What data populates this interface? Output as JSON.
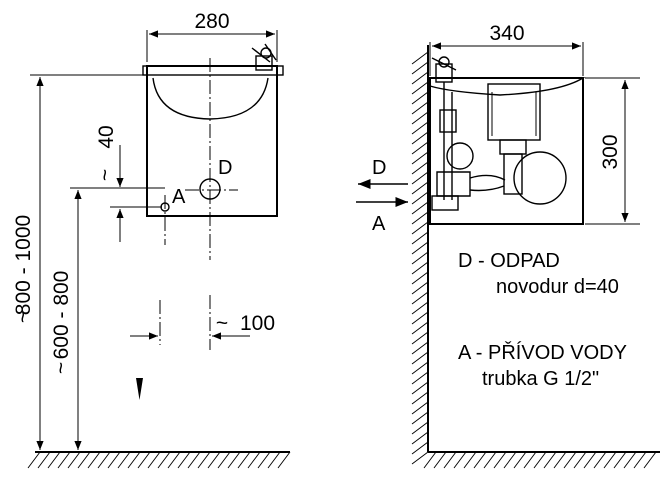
{
  "dimensions": {
    "left_width": "280",
    "left_height_total": "800 - 1000",
    "left_height_total_prefix": "~",
    "left_inlet_height": "600 - 800",
    "left_inlet_height_prefix": "~",
    "inlet_offset": "40",
    "inlet_offset_prefix": "~",
    "horizontal_offset": "100",
    "horizontal_offset_prefix": "~",
    "right_width": "340",
    "right_height": "300"
  },
  "labels": {
    "drain": "D",
    "inlet": "A",
    "arrow_drain": "D",
    "arrow_inlet": "A"
  },
  "legend": {
    "drain_title": "D - ODPAD",
    "drain_spec": "novodur d=40",
    "inlet_title": "A - PŘÍVOD VODY",
    "inlet_spec": "trubka G 1/2\""
  }
}
